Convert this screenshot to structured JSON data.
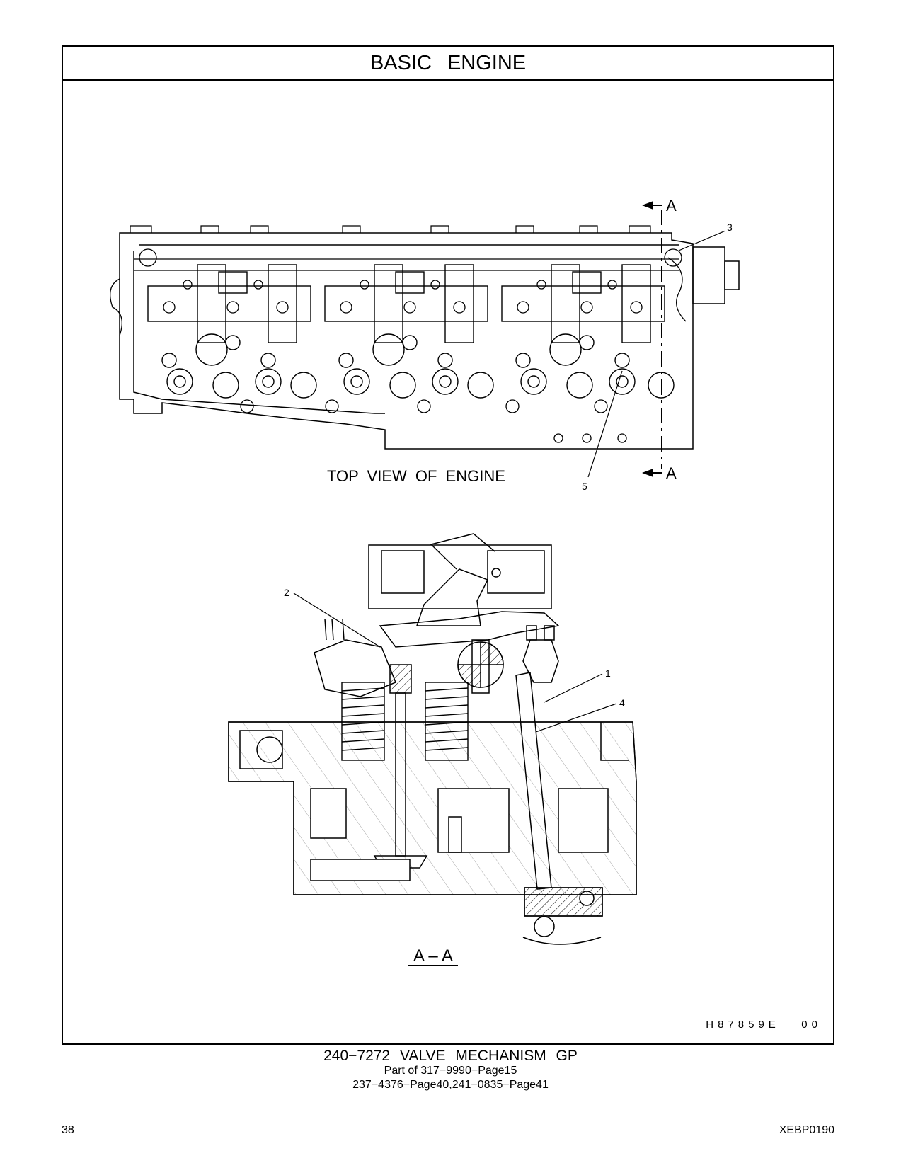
{
  "page": {
    "header_title": "BASIC   ENGINE",
    "figure_code": "H87859E   00",
    "page_number": "38",
    "document_id": "XEBP0190"
  },
  "captions": {
    "group": "240−7272  VALVE  MECHANISM  GP",
    "part_of": "Part of 317−9990−Page15",
    "refs": "237−4376−Page40,241−0835−Page41"
  },
  "views": {
    "top_view_label": "TOP  VIEW  OF  ENGINE",
    "section_label": "A – A",
    "section_marker": "A"
  },
  "callouts": [
    "1",
    "2",
    "3",
    "4",
    "5"
  ]
}
